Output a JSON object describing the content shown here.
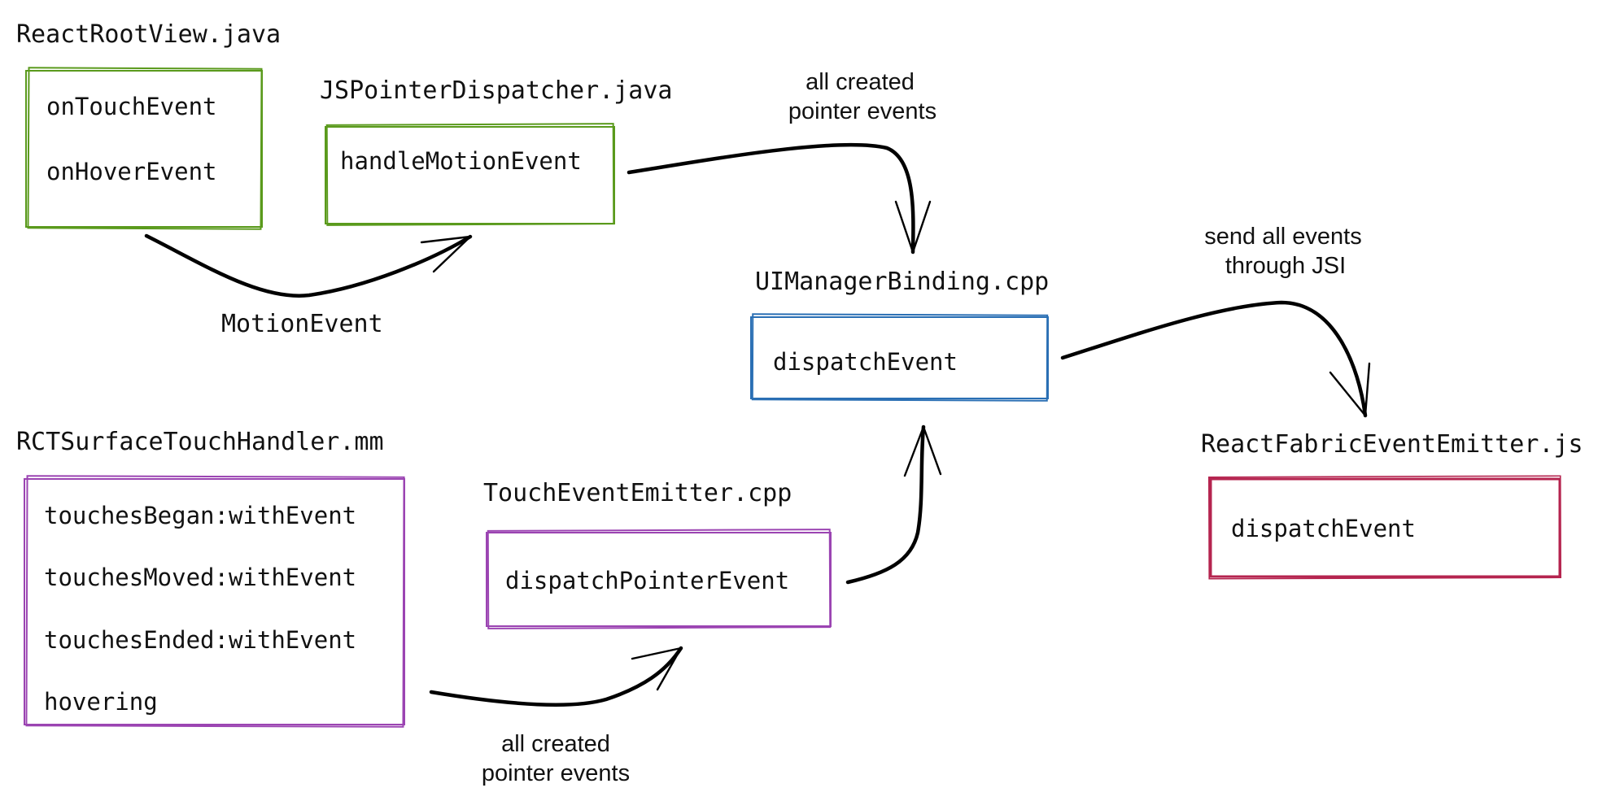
{
  "colors": {
    "java_box": "#5a9a1c",
    "ios_box": "#9b44b2",
    "cpp_box": "#2a6fb4",
    "js_box": "#b5244f",
    "arrow": "#000000",
    "text": "#111111"
  },
  "react_root_view": {
    "file": "ReactRootView.java",
    "methods": [
      "onTouchEvent",
      "onHoverEvent"
    ]
  },
  "js_pointer_dispatcher": {
    "file": "JSPointerDispatcher.java",
    "methods": [
      "handleMotionEvent"
    ]
  },
  "rct_surface_touch_handler": {
    "file": "RCTSurfaceTouchHandler.mm",
    "methods": [
      "touchesBegan:withEvent",
      "touchesMoved:withEvent",
      "touchesEnded:withEvent",
      "hovering"
    ]
  },
  "touch_event_emitter": {
    "file": "TouchEventEmitter.cpp",
    "methods": [
      "dispatchPointerEvent"
    ]
  },
  "ui_manager_binding": {
    "file": "UIManagerBinding.cpp",
    "methods": [
      "dispatchEvent"
    ]
  },
  "react_fabric_event_emitter": {
    "file": "ReactFabricEventEmitter.js",
    "methods": [
      "dispatchEvent"
    ]
  },
  "edges": {
    "motion_event": "MotionEvent",
    "created_events_android": [
      "all created",
      "pointer events"
    ],
    "created_events_ios": [
      "all created",
      "pointer events"
    ],
    "send_through_jsi": [
      "send all events",
      "through JSI"
    ]
  }
}
